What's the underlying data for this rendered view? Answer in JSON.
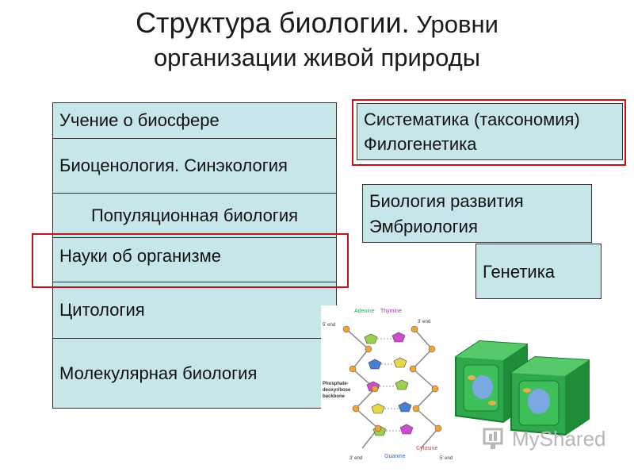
{
  "title": {
    "line1_main": "Структура биологии.",
    "line1_rest": "Уровни",
    "line2": "организации живой природы"
  },
  "levels": [
    "Учение о биосфере",
    "Биоценология. Синэкология",
    "Популяционная биология",
    "Науки об организме",
    "Цитология",
    "Молекулярная биология"
  ],
  "branches": {
    "systematics": [
      "Систематика (таксономия)",
      "Филогенетика"
    ],
    "development": [
      "Биология развития",
      "Эмбриология"
    ],
    "genetics": "Генетика"
  },
  "dna_labels": {
    "adenine": "Adenine",
    "thymine": "Thymine",
    "backbone_1": "Phosphate-",
    "backbone_2": "deoxyribose",
    "backbone_3": "backbone",
    "cytosine": "Cytosine",
    "guanine": "Guanine",
    "end5_top": "5' end",
    "end3_top": "3' end",
    "end3_bottom": "3' end",
    "end5_bottom": "5' end"
  },
  "watermark": "MyShared",
  "colors": {
    "box_fill": "#c6e6ea",
    "highlight": "#c0161b",
    "cell_green": "#2ea84a"
  }
}
